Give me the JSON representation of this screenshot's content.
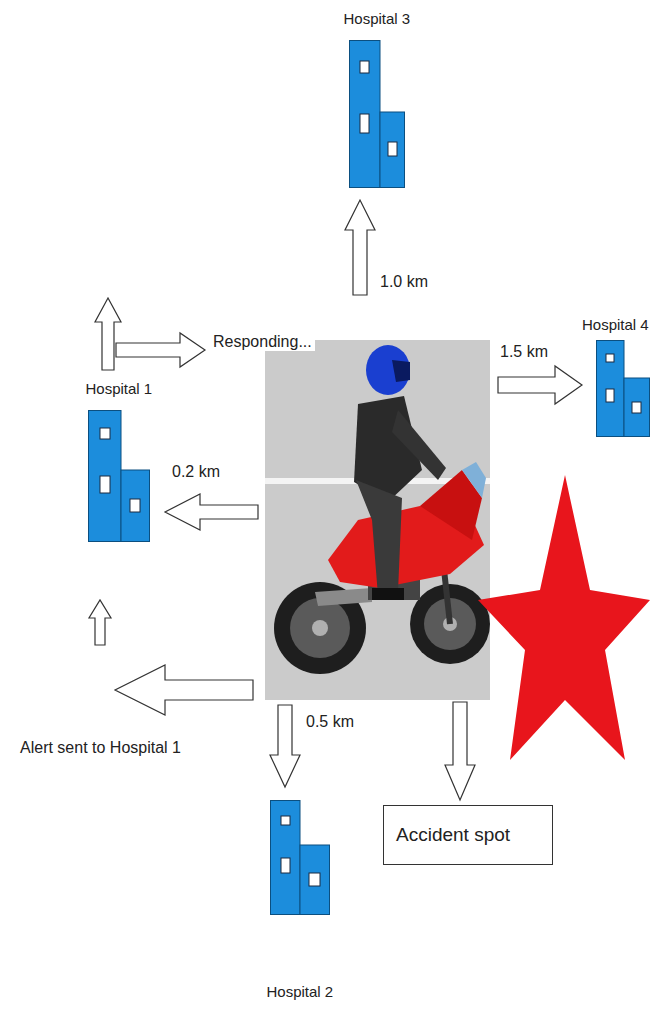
{
  "diagram": {
    "nodes": [
      {
        "text": [
          "Hospital 3"
        ]
      },
      {
        "text": [
          "Hospital 4"
        ]
      },
      {
        "text": [
          "Hospital 1"
        ]
      },
      {
        "text": [
          "Hospital 2"
        ]
      },
      {
        "text": [
          "Accident spot"
        ]
      }
    ],
    "labels": [
      "1.0 km",
      "1.5 km",
      "0.2 km",
      "Responding...",
      "0.5 km",
      "Alert sent to Hospital 1"
    ]
  }
}
